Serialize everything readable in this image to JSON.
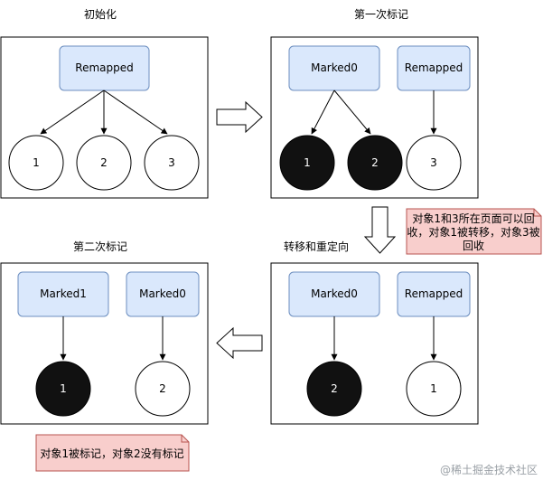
{
  "colors": {
    "state_fill": "#dae8fc",
    "state_stroke": "#6c8ebf",
    "marked_fill": "#111111",
    "unmarked_fill": "#ffffff",
    "note_fill": "#f8cecc",
    "note_stroke": "#b85450",
    "frame_stroke": "#000000"
  },
  "panels": {
    "init": {
      "title": "初始化",
      "box_remapped": "Remapped",
      "nodes": [
        "1",
        "2",
        "3"
      ]
    },
    "mark1": {
      "title": "第一次标记",
      "box_marked0": "Marked0",
      "box_remapped": "Remapped",
      "nodes": [
        "1",
        "2",
        "3"
      ]
    },
    "relocate": {
      "title": "转移和重定向",
      "box_marked0": "Marked0",
      "box_remapped": "Remapped",
      "nodes": [
        "2",
        "1"
      ]
    },
    "mark2": {
      "title": "第二次标记",
      "box_marked1": "Marked1",
      "box_marked0": "Marked0",
      "nodes": [
        "1",
        "2"
      ]
    }
  },
  "notes": {
    "note1": [
      "对象1和3所在页面可以回",
      "收，对象1被转移，对象3被",
      "回收"
    ],
    "note2": "对象1被标记，对象2没有标记"
  },
  "watermark": "@稀土掘金技术社区"
}
